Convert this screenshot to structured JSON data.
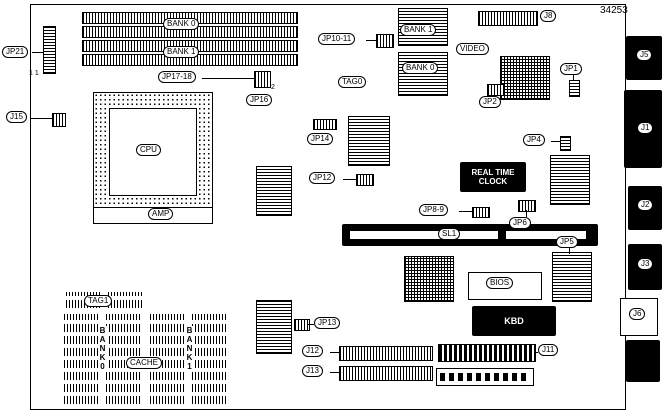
{
  "part_number": "34253",
  "labels": {
    "jp21": "JP21",
    "jp21_pins": "1 1",
    "j15": "J15",
    "jp17_18": "JP17-18",
    "jp17_pin": "2",
    "jp16": "JP16",
    "simm_bank0": "BANK 0",
    "simm_bank1": "BANK 1",
    "jp10_11": "JP10-11",
    "tag0": "TAG0",
    "video_bank1": "BANK 1",
    "video_bank0": "BANK 0",
    "video": "VIDEO",
    "j8": "J8",
    "jp1": "JP1",
    "jp2": "JP2",
    "jp4": "JP4",
    "jp5": "JP5",
    "jp6": "JP6",
    "jp8_9": "JP8-9",
    "jp12": "JP12",
    "jp13": "JP13",
    "jp14": "JP14",
    "cpu": "CPU",
    "amp": "AMP",
    "rtc_line1": "REAL TIME",
    "rtc_line2": "CLOCK",
    "sl1": "SL1",
    "bios": "BIOS",
    "kbd": "KBD",
    "tag1": "TAG1",
    "cache": "CACHE",
    "cache_bank0": "BANK0",
    "cache_bank1": "BANK1",
    "j11": "J11",
    "j12": "J12",
    "j13": "J13",
    "j5": "J5",
    "j1": "J1",
    "j2": "J2",
    "j3": "J3",
    "j6": "J6"
  }
}
